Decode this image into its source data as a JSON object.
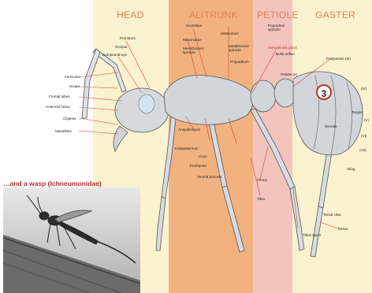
{
  "sections": {
    "head": "HEAD",
    "alitrunk": "ALITRUNK",
    "petiole": "PETIOLE",
    "gaster": "GASTER"
  },
  "labels": {
    "funiculus": "Funiculus",
    "scape": "Scape",
    "frontal_lobes": "Frontal lobes",
    "antennal_fossa": "Antennal fossa",
    "clypeus": "Clypeus",
    "mandibles": "Mandibles",
    "pronotum": "Pronotum",
    "occiput": "Occiput",
    "compound_eye": "Compound eye",
    "scutellum": "Scutellum",
    "mesonotum": "Mesonotum",
    "mesothoracic_spiracle": "Mesothoracic spiracle",
    "metanotum": "Metanotum",
    "metathoracic_spiracle": "Metathoracic spiracle",
    "propodeum": "Propodeum",
    "propodeal_spiracle": "Propodeal spiracle",
    "metapleural_gland": "Metapleural gland",
    "bulla_orifice": "Bulla orifice",
    "petiole_ii": "Petiole (II)",
    "postpetiole_iii": "Postpetiole (III)",
    "iv": "(IV)",
    "v": "(V)",
    "vi": "(VI)",
    "vii": "(VII)",
    "tergite": "Tergite",
    "sternite": "Sternite",
    "sting": "Sting",
    "anepisternum": "Anepisternum",
    "katepisternum": "Katepisternum",
    "coxa": "Coxa",
    "trochanter": "Trochanter",
    "ventral_process": "Ventral process",
    "femur": "Femur",
    "tibia": "Tibia",
    "tibial_spurs": "Tibial spurs",
    "tarsal_claw": "Tarsal claw",
    "tarsus": "Tarsus"
  },
  "badge": "3",
  "wasp_caption": "…and a wasp (Ichneumonidae)",
  "colors": {
    "band_yellow": "#fbf3cf",
    "band_orange": "#f2b27f",
    "band_pink": "#f3c3bd",
    "title_color": "#e0805e",
    "ant_body": "#d4d8de",
    "accent_red": "#c0392b"
  }
}
